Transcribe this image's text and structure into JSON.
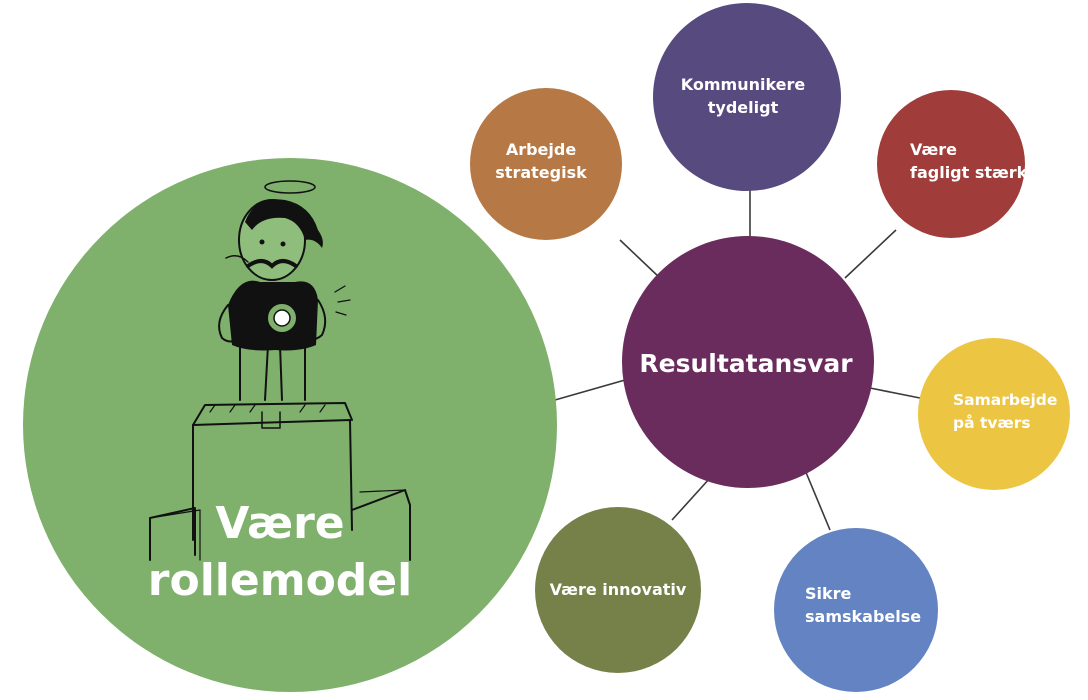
{
  "center": {
    "label": "Resultatansvar",
    "color": "#692c5c"
  },
  "role_model": {
    "label_line1": "Være",
    "label_line2": "rollemodel",
    "color": "#7fb06c"
  },
  "satellites": [
    {
      "line1": "Kommunikere",
      "line2": "tydeligt",
      "color": "#564a7e"
    },
    {
      "line1": "Arbejde",
      "line2": "strategisk",
      "color": "#b67844"
    },
    {
      "line1": "Være",
      "line2": "fagligt stærk",
      "color": "#a03d3a"
    },
    {
      "line1": "Samarbejde",
      "line2": "på tværs",
      "color": "#ecc542"
    },
    {
      "line1": "Sikre",
      "line2": "samskabelse",
      "color": "#6383c2"
    },
    {
      "line1": "Være innovativ",
      "line2": "",
      "color": "#758149"
    }
  ],
  "illustration": {
    "name": "proud-figure-on-podium"
  }
}
